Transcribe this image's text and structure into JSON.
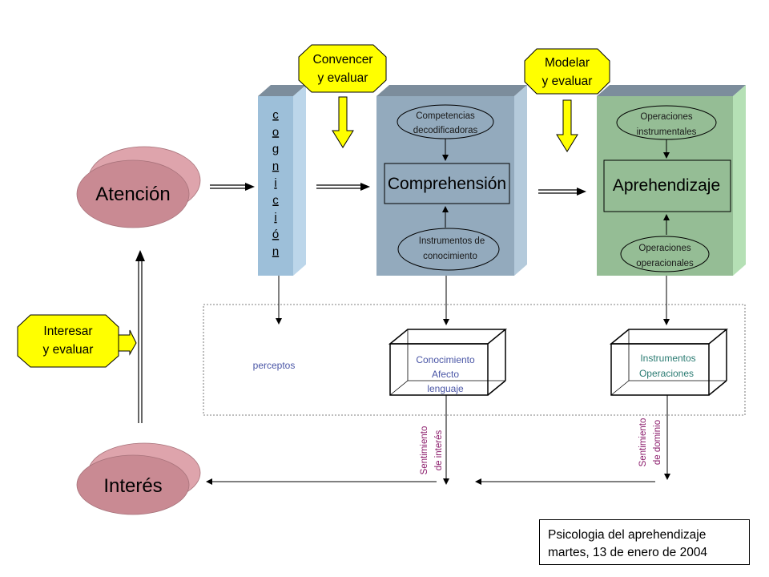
{
  "atencion": "Atención",
  "interes": "Interés",
  "cognicion_letters": [
    "c",
    "o",
    "g",
    "n",
    "i",
    "c",
    "i",
    "ó",
    "n"
  ],
  "convencer": [
    "Convencer",
    "y evaluar"
  ],
  "modelar": [
    "Modelar",
    "y evaluar"
  ],
  "interesar": [
    "Interesar",
    "y evaluar"
  ],
  "comprension": {
    "title": "Comprehensión",
    "top_ellipse": [
      "Competencias",
      "decodificadoras"
    ],
    "bottom_ellipse": [
      "Instrumentos de",
      "conocimiento"
    ]
  },
  "aprehendizaje": {
    "title": "Aprehendizaje",
    "top_ellipse": [
      "Operaciones",
      "instrumentales"
    ],
    "bottom_ellipse": [
      "Operaciones",
      "operacionales"
    ]
  },
  "perceptos": "perceptos",
  "cube_left": [
    "Conocimiento",
    "Afecto",
    "lenguaje"
  ],
  "cube_right": [
    "Instrumentos",
    "Operaciones"
  ],
  "sentimiento_interes": [
    "Sentimiento",
    "de interés"
  ],
  "sentimiento_dominio": [
    "Sentimiento",
    "de dominio"
  ],
  "footer": [
    "Psicologia del aprehendizaje",
    "martes, 13 de enero de 2004"
  ],
  "colors": {
    "cognicion_front": "#9dbfd9",
    "cognicion_side": "#bcd6ea",
    "comprension_front": "#93aabd",
    "comprension_side": "#b4cadb",
    "comprension_top": "#7c8d9c",
    "aprehendizaje_front": "#95bd95",
    "aprehendizaje_side": "#b5e0b5",
    "aprehendizaje_top": "#7c8d9c",
    "ellipse_pink": "#c98a93",
    "ellipse_pink_back": "#dea4ac",
    "callout_yellow": "#ffff00",
    "arrow_yellow": "#ffff00",
    "text_blue": "#4a56a6",
    "text_teal": "#2a7b72",
    "text_purple": "#8a1a6a"
  }
}
